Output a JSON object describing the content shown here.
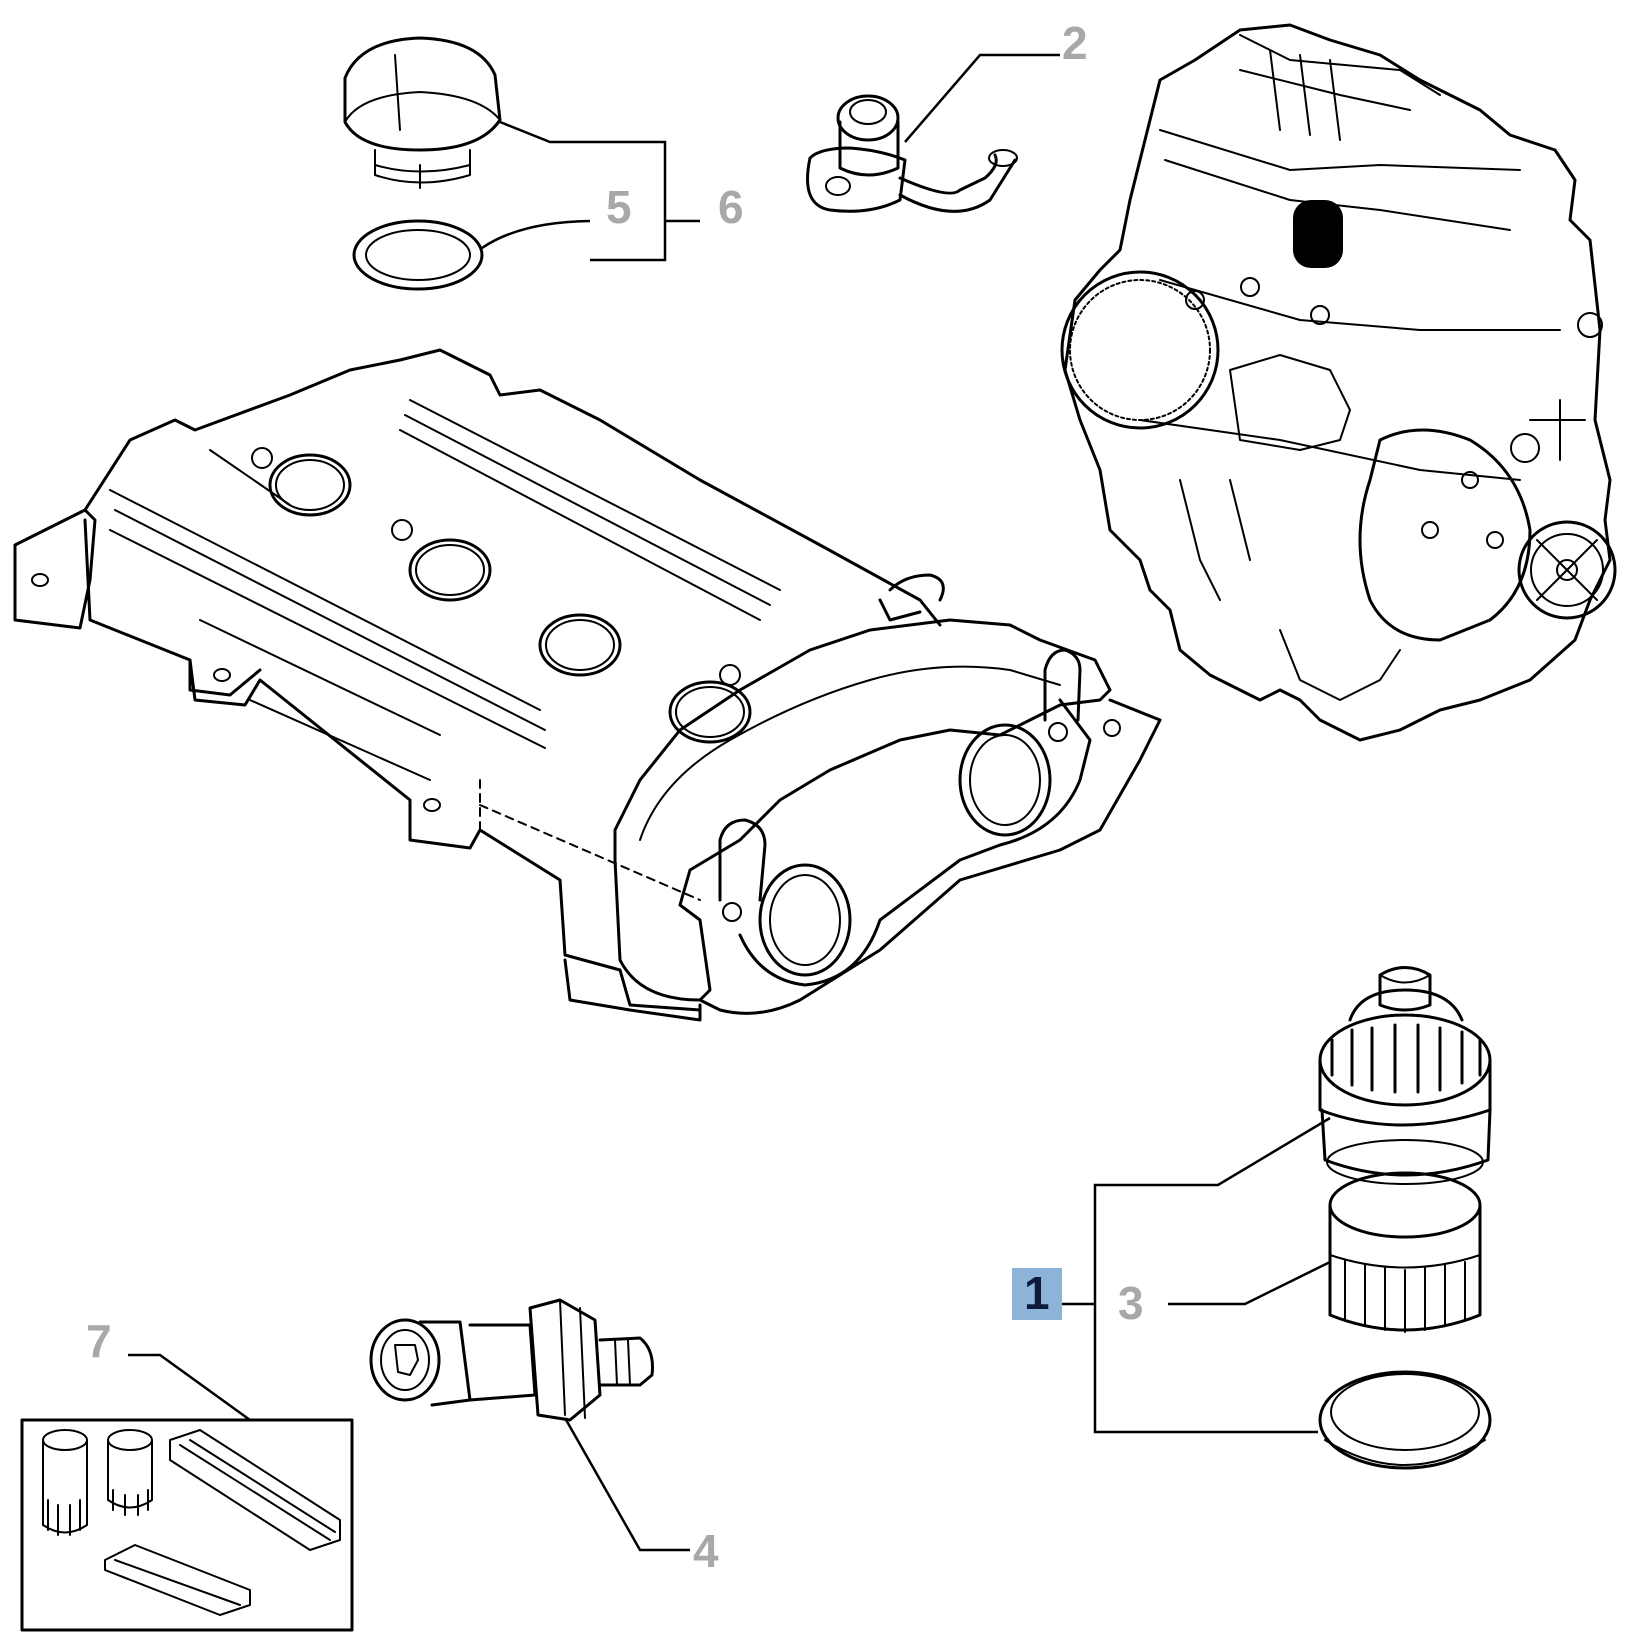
{
  "callouts": {
    "c1": "1",
    "c2": "2",
    "c3": "3",
    "c4": "4",
    "c5": "5",
    "c6": "6",
    "c7": "7"
  },
  "colors": {
    "label_gray": "#a8a8a8",
    "selected_bg": "#8db3d9",
    "selected_text": "#0d1b3a",
    "line": "#000000"
  }
}
